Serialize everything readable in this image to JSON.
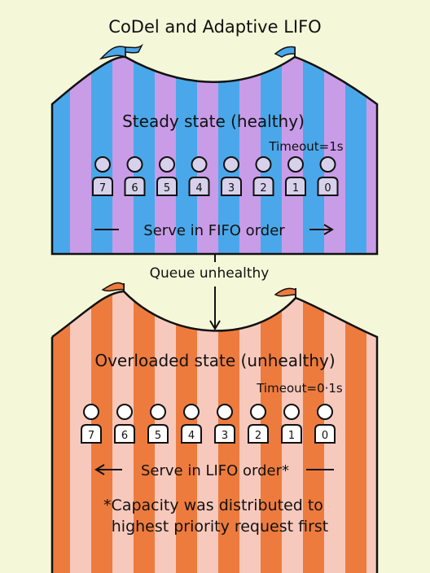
{
  "title": "CoDel and Adaptive LIFO",
  "transition_label": "Queue unhealthy",
  "colors": {
    "background": "#f4f8d8",
    "tent1_stripe_a": "#4aa8ea",
    "tent1_stripe_b": "#c99ce8",
    "tent2_stripe_a": "#ee7b3e",
    "tent2_stripe_b": "#f7c9bd",
    "flag1": "#4aa8ea",
    "flag2": "#ee7b3e",
    "person_fill": "#d7d1ec",
    "outline": "#111111"
  },
  "top_tent": {
    "heading": "Steady state (healthy)",
    "timeout": "Timeout=1s",
    "people": [
      "7",
      "6",
      "5",
      "4",
      "3",
      "2",
      "1",
      "0"
    ],
    "serve_label": "Serve in FIFO order"
  },
  "bottom_tent": {
    "heading": "Overloaded state (unhealthy)",
    "timeout": "Timeout=0·1s",
    "people": [
      "7",
      "6",
      "5",
      "4",
      "3",
      "2",
      "1",
      "0"
    ],
    "serve_label": "Serve in LIFO order*",
    "footnote_line1": "*Capacity was distributed to",
    "footnote_line2": "highest priority request first"
  }
}
